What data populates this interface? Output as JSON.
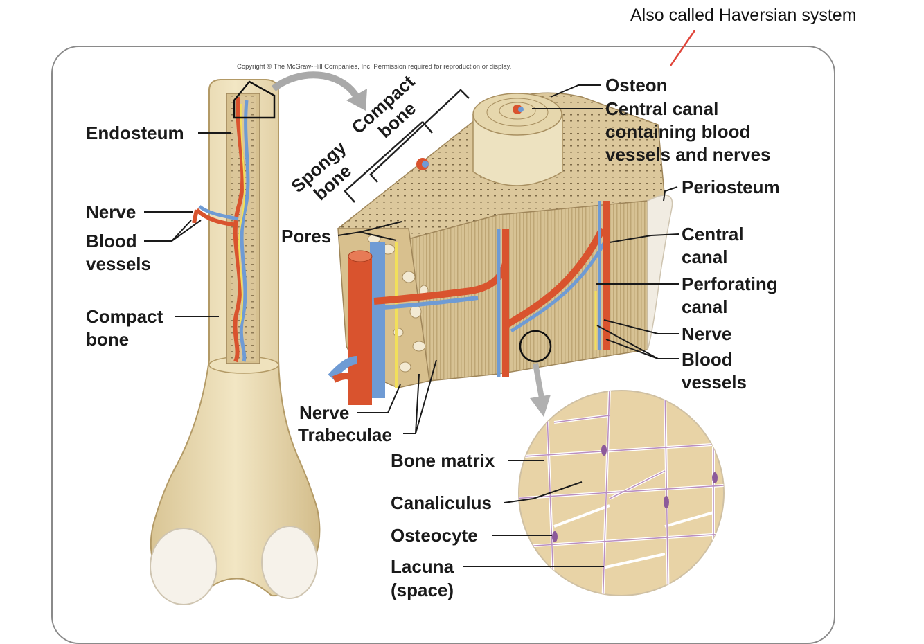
{
  "annotation": {
    "note": "Also called Haversian system"
  },
  "figure": {
    "copyright": "Copyright © The McGraw-Hill Companies, Inc. Permission required for reproduction or display.",
    "left_labels": {
      "endosteum": "Endosteum",
      "nerve": "Nerve",
      "blood_vessels_1": "Blood",
      "blood_vessels_2": "vessels",
      "compact_bone_1": "Compact",
      "compact_bone_2": "bone"
    },
    "block_labels": {
      "spongy_1": "Spongy",
      "spongy_2": "bone",
      "compact_1": "Compact",
      "compact_2": "bone",
      "pores": "Pores",
      "osteon": "Osteon",
      "central_canal_top_1": "Central canal",
      "central_canal_top_2": "containing blood",
      "central_canal_top_3": "vessels and nerves",
      "periosteum": "Periosteum",
      "central_canal_1": "Central",
      "central_canal_2": "canal",
      "perforating_1": "Perforating",
      "perforating_2": "canal",
      "nerve": "Nerve",
      "blood_vessels_1": "Blood",
      "blood_vessels_2": "vessels",
      "nerve_bottom": "Nerve",
      "trabeculae": "Trabeculae"
    },
    "micro_labels": {
      "bone_matrix": "Bone matrix",
      "canaliculus": "Canaliculus",
      "osteocyte": "Osteocyte",
      "lacuna_1": "Lacuna",
      "lacuna_2": "(space)"
    }
  },
  "colors": {
    "bone": "#eadcb4",
    "bone_dark": "#cdb88a",
    "artery": "#d9532e",
    "vein": "#6f9bd4",
    "nerve": "#f2df5a",
    "matrix": "#e8d3a6",
    "cell_border": "#b98fc0",
    "annotation_stroke": "#e0453a"
  }
}
